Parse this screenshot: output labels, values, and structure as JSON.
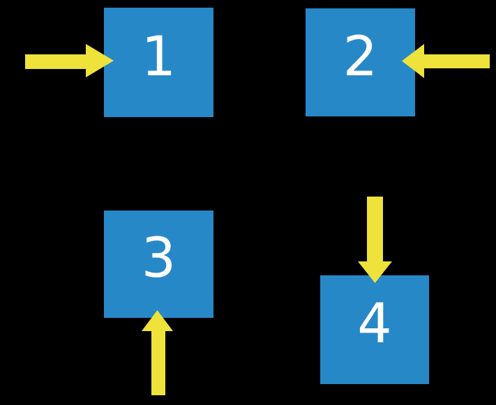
{
  "colors": {
    "background": "#000000",
    "square": "#2788C8",
    "arrow": "#EEE23B",
    "label": "#FFFFFF"
  },
  "diagram": {
    "nodes": [
      {
        "label": "1",
        "arrow_direction": "right"
      },
      {
        "label": "2",
        "arrow_direction": "left"
      },
      {
        "label": "3",
        "arrow_direction": "up"
      },
      {
        "label": "4",
        "arrow_direction": "down"
      }
    ]
  }
}
